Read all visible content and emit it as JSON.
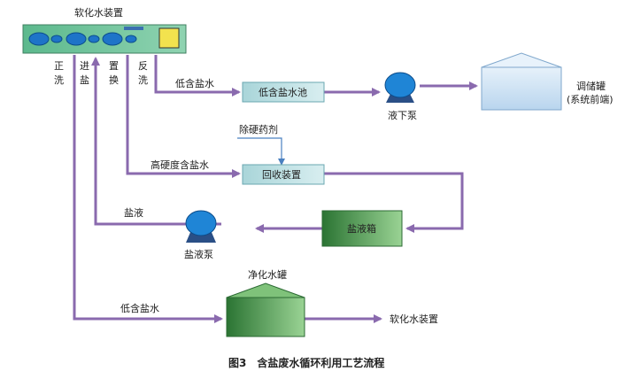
{
  "device": {
    "title": "软化水装置",
    "ports": [
      "正",
      "洗",
      "进",
      "盐",
      "置",
      "换",
      "反",
      "洗"
    ]
  },
  "flows": {
    "low_salt_water_top": "低含盐水",
    "high_hardness_salt_water": "高硬度含盐水",
    "brine": "盐液",
    "low_salt_water_bottom": "低含盐水",
    "hardness_removal_agent": "除硬药剂"
  },
  "boxes": {
    "low_salt_pool": "低含盐水池",
    "recovery_unit": "回收装置",
    "brine_tank": "盐液箱"
  },
  "pumps": {
    "sump_pump": "液下泵",
    "brine_pump": "盐液泵"
  },
  "tanks": {
    "storage_tank_line1": "调储罐",
    "storage_tank_line2": "(系统前端)",
    "softened_water_tank": "净化水罐",
    "output_device": "软化水装置"
  },
  "caption": "图3　含盐废水循环利用工艺流程",
  "colors": {
    "pipe": "#8a6aae",
    "device_fill": "#6abf9a",
    "ball_fill": "#1e74c8",
    "pump_fill": "#1f85d6",
    "pool_fill": "#bfe0e2",
    "storage_fill": "#cfe3f4",
    "green_dark": "#2e7a3a",
    "green_light": "#8fcf8a"
  }
}
